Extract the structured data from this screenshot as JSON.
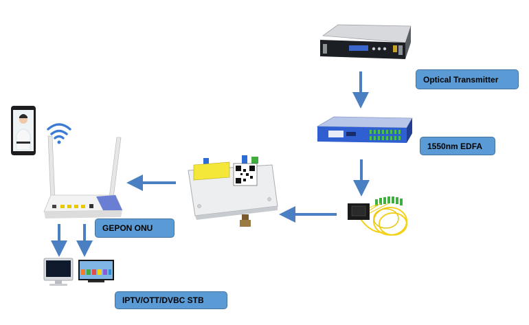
{
  "labels": {
    "optical_transmitter": "Optical Transmitter",
    "edfa": "1550nm EDFA",
    "gepon_onu": "GEPON ONU",
    "stb": "IPTV/OTT/DVBC STB"
  },
  "colors": {
    "label_fill": "#5b9bd5",
    "label_border": "#41719c",
    "arrow": "#4a7fc1",
    "device_blue": "#2f5fd0",
    "sticker_yellow": "#f5e63a",
    "fiber_green": "#3fae3f",
    "fiber_yellow": "#f2d21b"
  },
  "icons": [
    "optical-transmitter-icon",
    "edfa-icon",
    "splitter-icon",
    "optical-receiver-icon",
    "router-icon",
    "wifi-icon",
    "smartphone-icon",
    "monitor-icon",
    "tv-icon"
  ]
}
